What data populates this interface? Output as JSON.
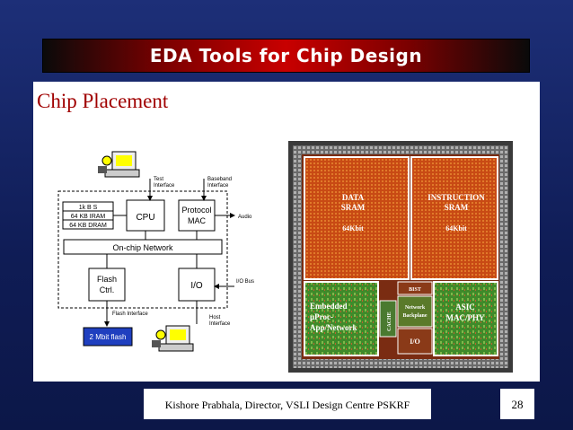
{
  "slide": {
    "title": "EDA Tools for Chip Design",
    "heading": "Chip Placement",
    "footer": "Kishore Prabhala, Director, VSLI Design Centre PSKRF",
    "page_number": "28"
  },
  "block_diagram": {
    "memory": [
      "1k B S",
      "64 KB IRAM",
      "64 KB DRAM"
    ],
    "cpu": "CPU",
    "protocol_mac_line1": "Protocol",
    "protocol_mac_line2": "MAC",
    "network": "On-chip Network",
    "flash_ctrl_line1": "Flash",
    "flash_ctrl_line2": "Ctrl.",
    "io": "I/O",
    "flash_chip": "2 Mbit flash",
    "test_interface_line1": "Test",
    "test_interface_line2": "Interface",
    "baseband_line1": "Baseband",
    "baseband_line2": "Interface",
    "audio": "Audio",
    "io_bus": "I/O Bus",
    "flash_interface": "Flash Interface",
    "host_interface_line1": "Host",
    "host_interface_line2": "Interface"
  },
  "chip": {
    "data_sram_line1": "DATA",
    "data_sram_line2": "SRAM",
    "data_sram_size": "64Kbit",
    "instr_sram_line1": "INSTRUCTION",
    "instr_sram_line2": "SRAM",
    "instr_sram_size": "64Kbit",
    "embedded_line1": "Embedded",
    "embedded_line2": "µProc-",
    "embedded_line3": "App/Network",
    "cache": "CACHE",
    "bist": "BIST",
    "network_line1": "Network",
    "network_line2": "Backplane",
    "io": "I/O",
    "asic_line1": "ASIC",
    "asic_line2": "MAC/PHY"
  }
}
